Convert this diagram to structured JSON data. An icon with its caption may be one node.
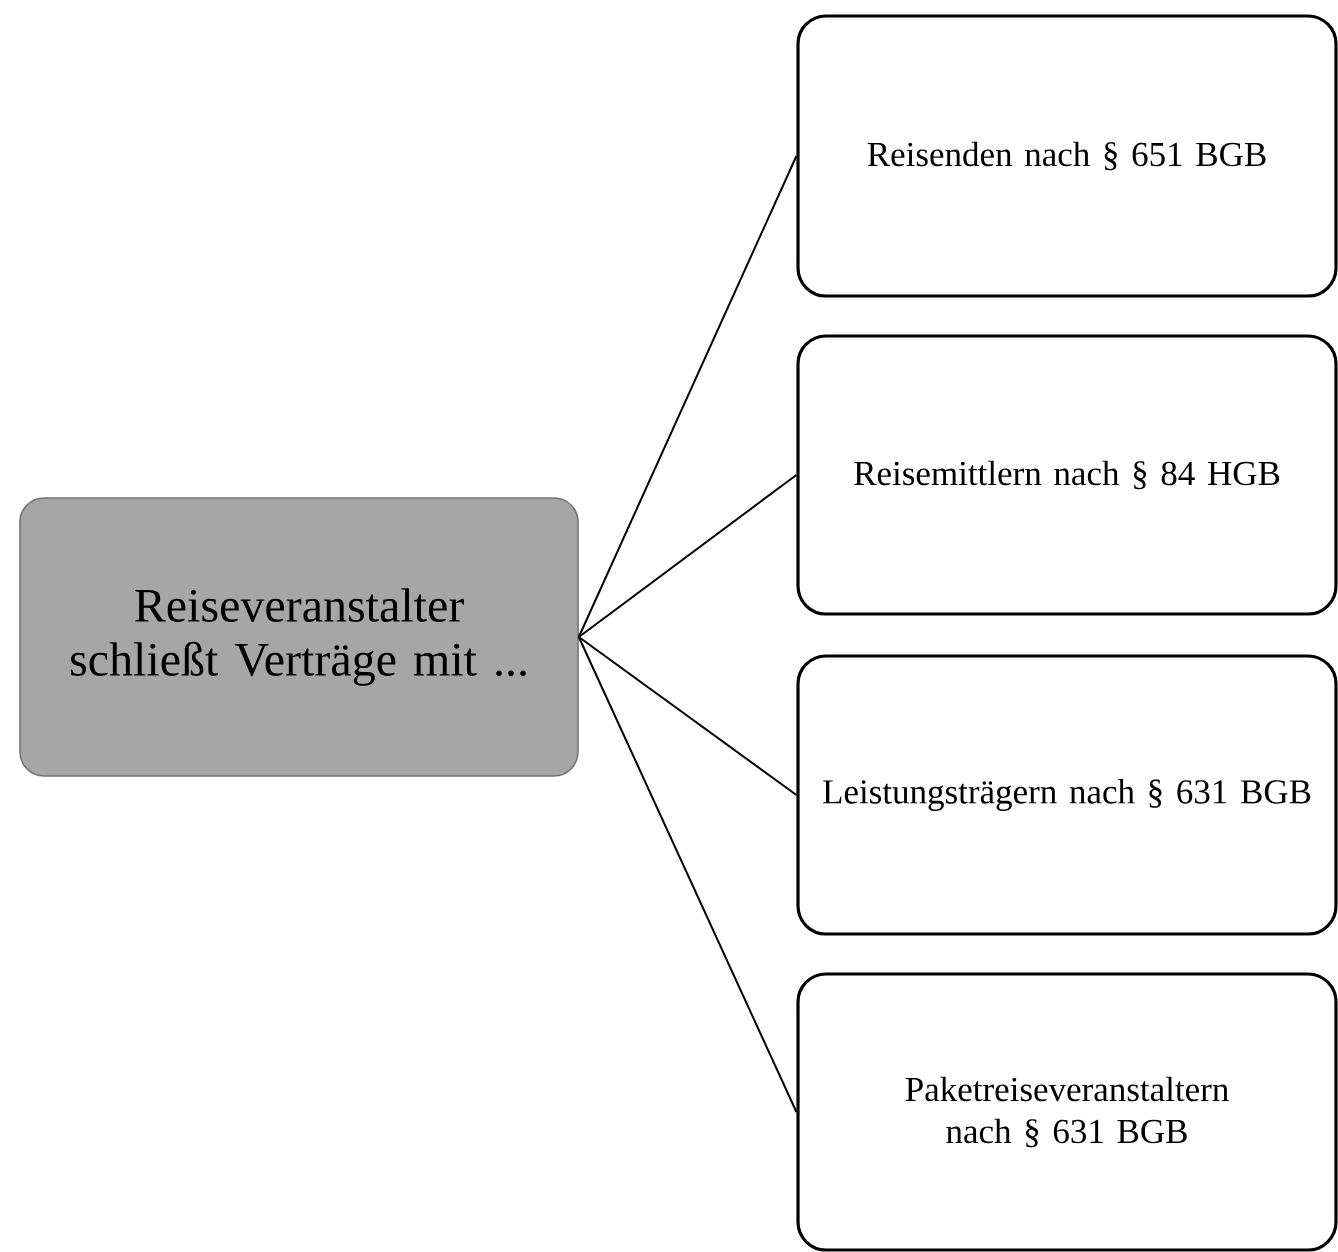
{
  "diagram": {
    "nodes": [
      {
        "text": [
          "Reiseveranstalter schließt Verträge mit ..."
        ]
      },
      {
        "text": [
          "Reisenden nach § 651 BGB"
        ]
      },
      {
        "text": [
          "Reisemittlern nach § 84 HGB"
        ]
      },
      {
        "text": [
          "Leistungsträgern nach § 631 BGB"
        ]
      },
      {
        "text": [
          "Paketreiseveranstaltern nach § 631 BGB"
        ]
      }
    ],
    "edges": [
      {
        "from": 0,
        "to": 1,
        "arrow": "none"
      },
      {
        "from": 0,
        "to": 2,
        "arrow": "none"
      },
      {
        "from": 0,
        "to": 3,
        "arrow": "none"
      },
      {
        "from": 0,
        "to": 4,
        "arrow": "none"
      }
    ]
  }
}
